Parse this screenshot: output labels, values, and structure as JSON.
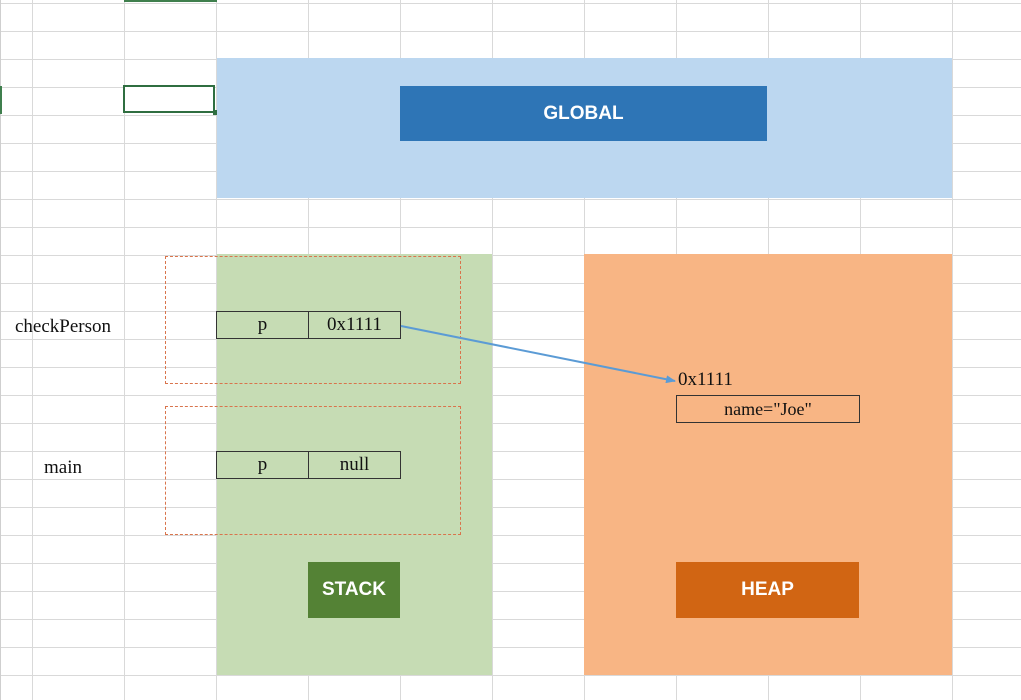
{
  "regions": {
    "global_label": "GLOBAL",
    "stack_label": "STACK",
    "heap_label": "HEAP"
  },
  "frames": [
    {
      "name": "checkPerson",
      "var_name": "p",
      "var_value": "0x1111"
    },
    {
      "name": "main",
      "var_name": "p",
      "var_value": "null"
    }
  ],
  "heap_object": {
    "address": "0x1111",
    "field": "name=\"Joe\""
  },
  "colors": {
    "global_bg": "#bcd7f0",
    "global_accent": "#2e75b6",
    "stack_bg": "#c6dcb4",
    "stack_accent": "#548235",
    "heap_bg": "#f8b584",
    "heap_accent": "#d16513",
    "arrow": "#5b9bd5",
    "frame_border": "#d9744c"
  }
}
